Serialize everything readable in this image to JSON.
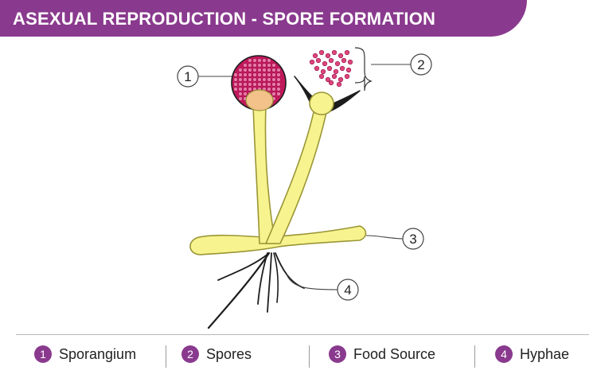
{
  "title": "ASEXUAL REPRODUCTION - SPORE FORMATION",
  "colors": {
    "accent": "#8a3a8e",
    "hyphae_fill": "#f7f38e",
    "hyphae_stroke": "#9a9636",
    "sporangium": "#c2185b",
    "columella": "#f2c28a",
    "spore": "#e0457b"
  },
  "callouts": [
    {
      "number": "1",
      "label": "Sporangium"
    },
    {
      "number": "2",
      "label": "Spores"
    },
    {
      "number": "3",
      "label": "Food Source"
    },
    {
      "number": "4",
      "label": "Hyphae"
    }
  ]
}
